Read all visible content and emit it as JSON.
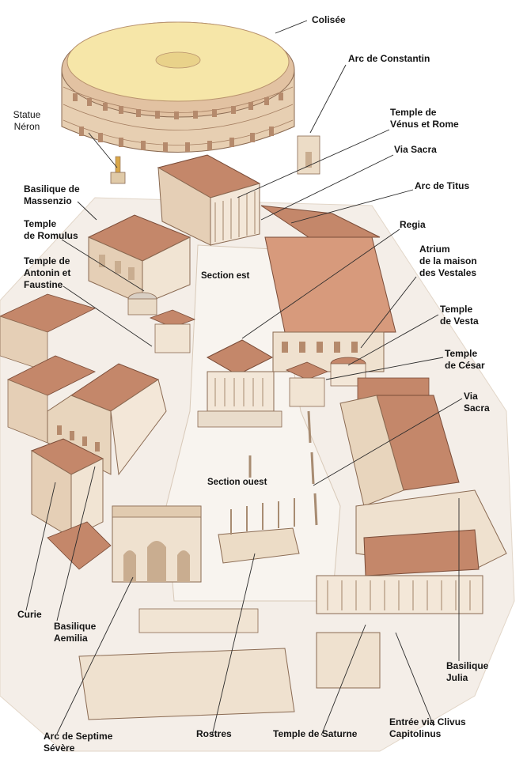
{
  "colors": {
    "roof": "#c4876a",
    "roof_dark": "#9c5f47",
    "wall": "#efe1cf",
    "wall_shade": "#d9c3a8",
    "ground": "#f2ece6",
    "column": "#f7efe4",
    "arena": "#f6e6a8",
    "leader": "#2b2b2b",
    "text": "#141414"
  },
  "labels": {
    "colisee": "Colisée",
    "arc_constantin": "Arc de Constantin",
    "statue_neron": [
      "Statue",
      "Néron"
    ],
    "temple_venus": [
      "Temple de",
      "Vénus et Rome"
    ],
    "via_sacra_top": "Via Sacra",
    "basilique_massenzio": [
      "Basilique de",
      "Massenzio"
    ],
    "arc_titus": "Arc de Titus",
    "temple_romulus": [
      "Temple",
      "de Romulus"
    ],
    "regia": "Regia",
    "atrium": [
      "Atrium",
      "de la maison",
      "des Vestales"
    ],
    "temple_antonin": [
      "Temple de",
      "Antonin et",
      "Faustine"
    ],
    "section_est": "Section est",
    "temple_vesta": [
      "Temple",
      "de Vesta"
    ],
    "temple_cesar": [
      "Temple",
      "de César"
    ],
    "via_sacra_right": [
      "Via",
      "Sacra"
    ],
    "section_ouest": "Section ouest",
    "curie": "Curie",
    "basilique_aemilia": [
      "Basilique",
      "Aemilia"
    ],
    "basilique_julia": [
      "Basilique",
      "Julia"
    ],
    "arc_septime": [
      "Arc de Septime",
      "Sévère"
    ],
    "rostres": "Rostres",
    "temple_saturne": "Temple de Saturne",
    "entree_clivus": [
      "Entrée via Clivus",
      "Capitolinus"
    ]
  }
}
